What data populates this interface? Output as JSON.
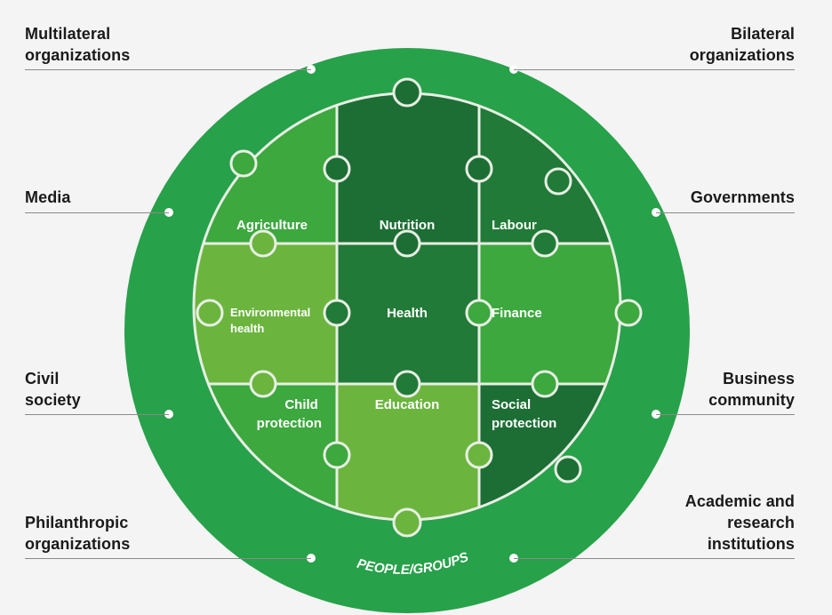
{
  "stakeholders": {
    "multilateral": "Multilateral organizations",
    "bilateral": "Bilateral organizations",
    "media": "Media",
    "governments": "Governments",
    "civil_society": "Civil society",
    "business": "Business community",
    "philanthropic": "Philanthropic organizations",
    "academic": "Academic and research institutions"
  },
  "sectors": {
    "agriculture": "Agriculture",
    "nutrition": "Nutrition",
    "labour": "Labour",
    "environmental_health": "Environmental health",
    "health": "Health",
    "finance": "Finance",
    "child_protection": "Child protection",
    "education": "Education",
    "social_protection": "Social protection"
  },
  "ring_label": "PEOPLE/GROUPS",
  "colors": {
    "outer_ring": "#27a14a",
    "light": "#6bb53e",
    "mid": "#3ca83e",
    "dark": "#1d6e34",
    "darker": "#217a37",
    "outline": "#e8efe4",
    "background": "#f4f4f4"
  }
}
